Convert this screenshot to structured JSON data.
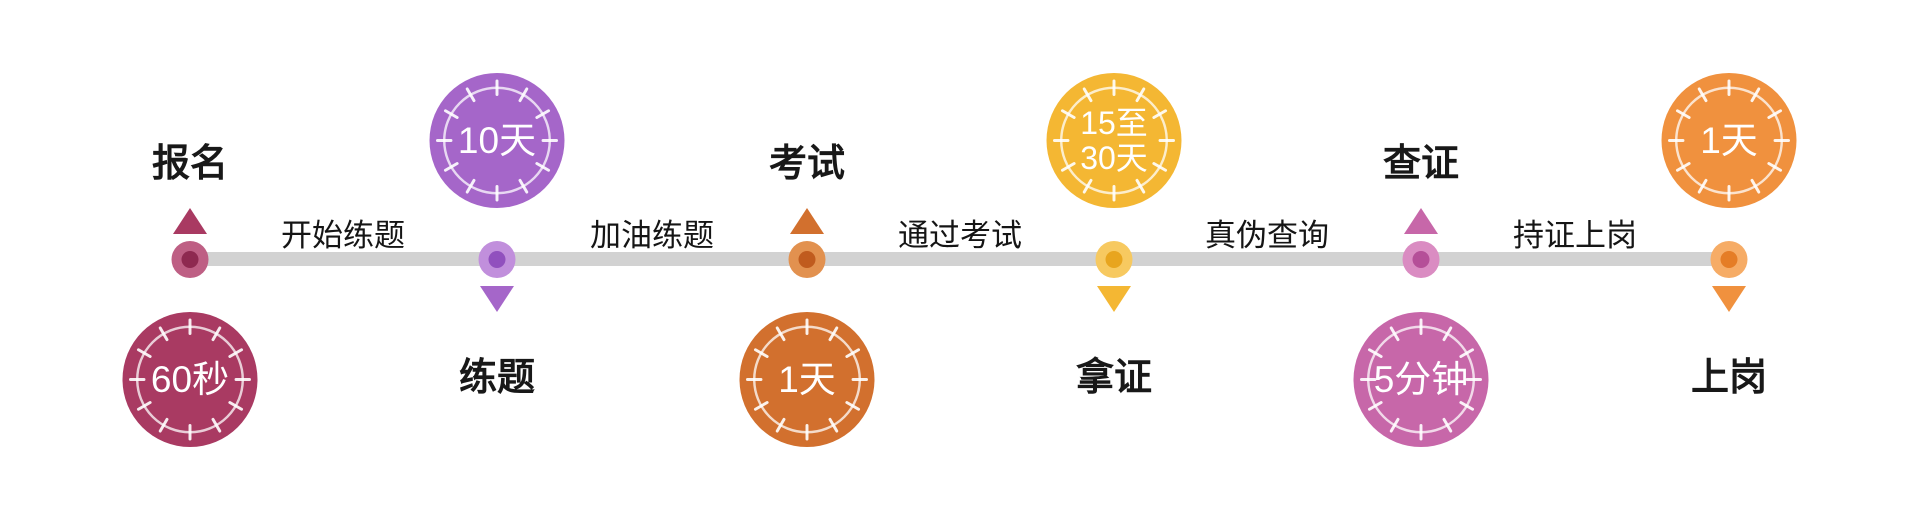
{
  "page": {
    "background": "#ffffff",
    "bar_color": "#d2d2d2"
  },
  "timeline": {
    "nodes": [
      {
        "id": "signup",
        "label": "报名",
        "duration_lines": [
          "60秒"
        ],
        "color": "#A93A62",
        "dot_outer": "#BE5F84",
        "dot_inner": "#8E2950"
      },
      {
        "id": "practice",
        "label": "练题",
        "duration_lines": [
          "10天"
        ],
        "color": "#A566C9",
        "dot_outer": "#C18FDC",
        "dot_inner": "#9150BE"
      },
      {
        "id": "exam",
        "label": "考试",
        "duration_lines": [
          "1天"
        ],
        "color": "#D2702E",
        "dot_outer": "#E2914F",
        "dot_inner": "#C05B1E"
      },
      {
        "id": "certificate",
        "label": "拿证",
        "duration_lines": [
          "15至",
          "30天"
        ],
        "color": "#F4B733",
        "dot_outer": "#F7C960",
        "dot_inner": "#E8A51E"
      },
      {
        "id": "verify",
        "label": "查证",
        "duration_lines": [
          "5分钟"
        ],
        "color": "#C767A9",
        "dot_outer": "#DA8CC2",
        "dot_inner": "#B54F98"
      },
      {
        "id": "onboard",
        "label": "上岗",
        "duration_lines": [
          "1天"
        ],
        "color": "#F0913E",
        "dot_outer": "#F6AC66",
        "dot_inner": "#E57D26"
      }
    ],
    "segments": [
      {
        "label": "开始练题"
      },
      {
        "label": "加油练题"
      },
      {
        "label": "通过考试"
      },
      {
        "label": "真伪查询"
      },
      {
        "label": "持证上岗"
      }
    ]
  }
}
